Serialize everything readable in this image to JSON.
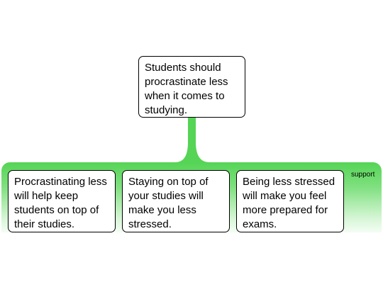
{
  "root": {
    "text": "Students should\nprocrastinate less\nwhen it comes to\nstudying."
  },
  "band": {
    "label": "support",
    "color": "#55d455"
  },
  "children": [
    {
      "text": "Procrastinating less\nwill help keep\nstudents on top of\ntheir studies."
    },
    {
      "text": "Staying on top of\nyour studies will\nmake you less\nstressed."
    },
    {
      "text": "Being less stressed\nwill make you feel\nmore prepared for\nexams."
    }
  ]
}
